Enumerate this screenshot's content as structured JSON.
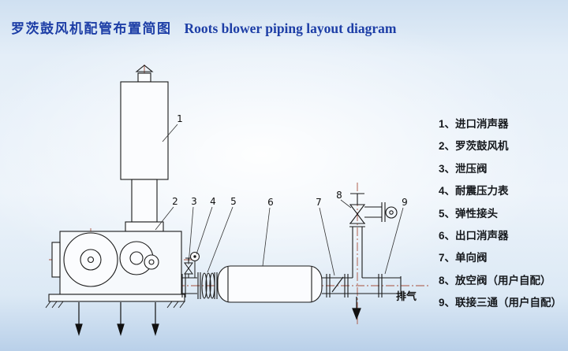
{
  "header": {
    "title_zh": "罗茨鼓风机配管布置简图",
    "title_en": "Roots blower piping layout diagram"
  },
  "diagram": {
    "exhaust_label": "排气",
    "callouts": [
      "1",
      "2",
      "3",
      "4",
      "5",
      "6",
      "7",
      "8",
      "9"
    ]
  },
  "legend": {
    "items": [
      "1、进口消声器",
      "2、罗茨鼓风机",
      "3、泄压阀",
      "4、耐震压力表",
      "5、弹性接头",
      "6、出口消声器",
      "7、单向阀",
      "8、放空阀（用户自配）",
      "9、联接三通（用户自配）"
    ]
  }
}
